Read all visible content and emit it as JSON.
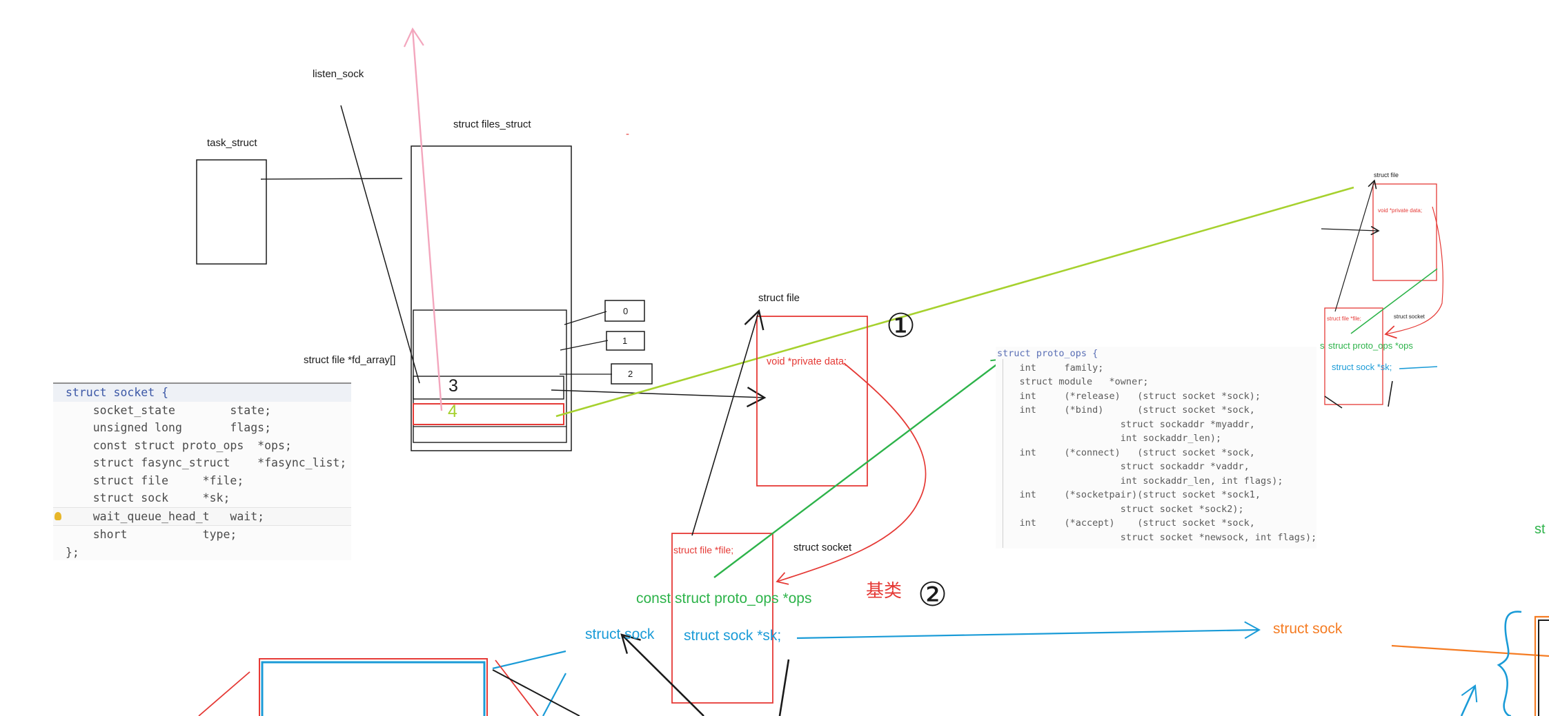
{
  "labels": {
    "listen_sock": "listen_sock",
    "task_struct": "task_struct",
    "files_struct": "struct files_struct",
    "fd_array": "struct file *fd_array[]",
    "idx0": "0",
    "idx1": "1",
    "idx2": "2",
    "idx3": "3",
    "idx4": "4",
    "struct_file_mid": "struct file",
    "private_data_mid": "void *private data;",
    "circle1": "①",
    "circle2": "②",
    "struct_file_ptr": "struct file *file;",
    "struct_socket_mid": "struct socket",
    "ops_ptr_mid": "const struct proto_ops *ops",
    "base_class": "基类",
    "sock_ptr_mid": "struct sock *sk;",
    "struct_sock_left": "struct sock",
    "struct_sock_right": "struct sock",
    "small_struct_file": "struct file",
    "small_private_data": "void *private data;",
    "small_struct_socket": "struct socket",
    "small_struct_file_ptr": "struct file *file;",
    "small_ops": "struct proto_ops *ops",
    "small_sk": "struct sock *sk;",
    "small_ops_prefix": "s",
    "edge_st": "st",
    "red_dash": "-"
  },
  "socket_code": [
    {
      "t": "struct socket {",
      "c": "hdr"
    },
    {
      "t": "    socket_state        state;"
    },
    {
      "t": "    unsigned long       flags;"
    },
    {
      "t": "    const struct proto_ops  *ops;"
    },
    {
      "t": "    struct fasync_struct    *fasync_list;"
    },
    {
      "t": "    struct file     *file;"
    },
    {
      "t": "    struct sock     *sk;"
    },
    {
      "t": "    wait_queue_head_t   wait;",
      "c": "hl"
    },
    {
      "t": "    short           type;"
    },
    {
      "t": "};"
    }
  ],
  "ops_code": [
    "struct proto_ops {",
    "    int     family;",
    "    struct module   *owner;",
    "    int     (*release)   (struct socket *sock);",
    "    int     (*bind)      (struct socket *sock,",
    "                      struct sockaddr *myaddr,",
    "                      int sockaddr_len);",
    "    int     (*connect)   (struct socket *sock,",
    "                      struct sockaddr *vaddr,",
    "                      int sockaddr_len, int flags);",
    "    int     (*socketpair)(struct socket *sock1,",
    "                      struct socket *sock2);",
    "    int     (*accept)    (struct socket *sock,",
    "                      struct socket *newsock, int flags);"
  ],
  "colors": {
    "red": "#e53935",
    "green": "#2db34a",
    "lime": "#a6d12e",
    "blue": "#1a9bd7",
    "orange": "#f57c23",
    "pink": "#f3a6bd",
    "black": "#1a1a1a"
  }
}
